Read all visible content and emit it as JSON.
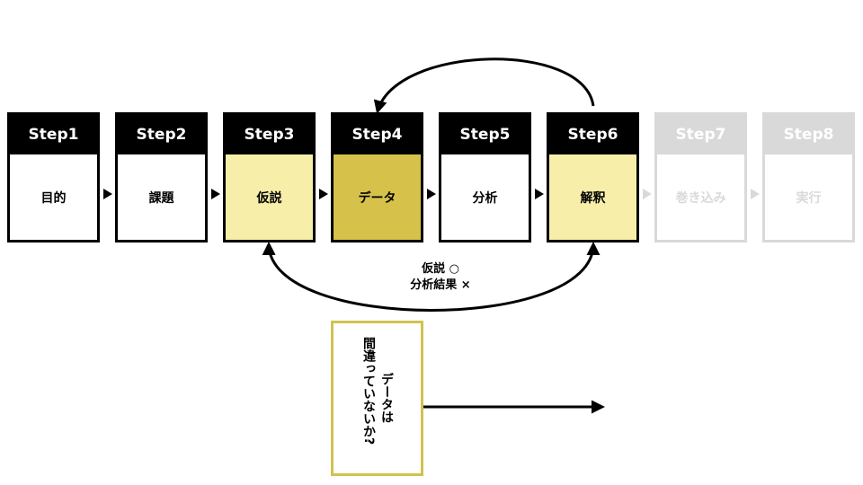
{
  "steps": [
    {
      "label": "Step1",
      "task": "目的"
    },
    {
      "label": "Step2",
      "task": "課題"
    },
    {
      "label": "Step3",
      "task": "仮説"
    },
    {
      "label": "Step4",
      "task": "データ"
    },
    {
      "label": "Step5",
      "task": "分析"
    },
    {
      "label": "Step6",
      "task": "解釈"
    },
    {
      "label": "Step7",
      "task": "巻き込み"
    },
    {
      "label": "Step8",
      "task": "実行"
    }
  ],
  "loop_note": {
    "line1": "仮説 ○",
    "line2": "分析結果 ×"
  },
  "question_box": {
    "line1": "データは",
    "line2": "間違っていないか?"
  },
  "colors": {
    "black": "#000000",
    "light_yellow": "#f7eeaa",
    "gold": "#d6c24a",
    "dimmed": "#d9d9d9",
    "box_border": "#d0c24e"
  }
}
